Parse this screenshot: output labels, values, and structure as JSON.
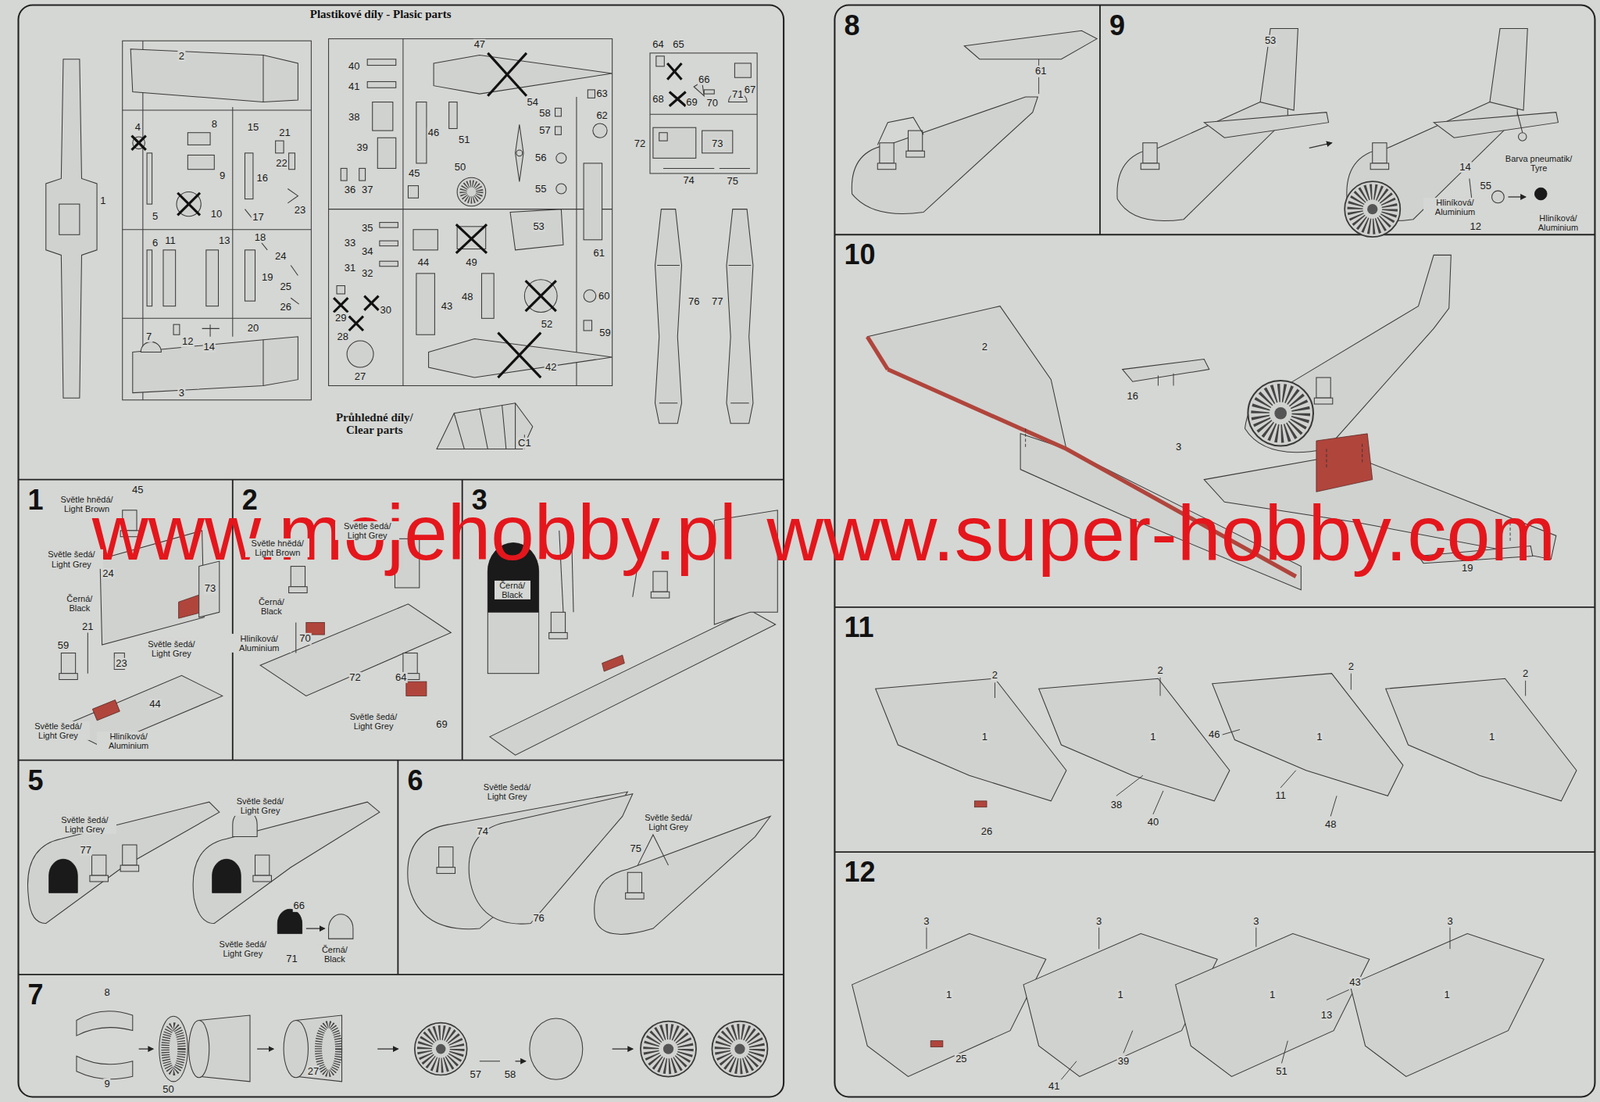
{
  "diagram": {
    "title": "Plastikové díly - Plasic parts",
    "nodes": [
      {
        "text": [
          "1"
        ]
      },
      {
        "text": [
          "2"
        ]
      },
      {
        "text": [
          "3"
        ]
      },
      {
        "text": [
          "5"
        ]
      },
      {
        "text": [
          "6"
        ]
      },
      {
        "text": [
          "7"
        ]
      },
      {
        "text": [
          "8"
        ]
      },
      {
        "text": [
          "9"
        ]
      },
      {
        "text": [
          "10"
        ]
      },
      {
        "text": [
          "11"
        ]
      },
      {
        "text": [
          "12"
        ]
      }
    ],
    "labels": [
      "2",
      "1",
      "3",
      "4",
      "8",
      "15",
      "21",
      "9",
      "22",
      "16",
      "5",
      "10",
      "17",
      "23",
      "6",
      "11",
      "13",
      "18",
      "24",
      "19",
      "25",
      "26",
      "7",
      "12",
      "14",
      "20",
      "40",
      "41",
      "38",
      "39",
      "46",
      "36",
      "37",
      "45",
      "51",
      "50",
      "47",
      "54",
      "58",
      "57",
      "56",
      "55",
      "63",
      "62",
      "35",
      "33",
      "34",
      "31",
      "32",
      "29",
      "30",
      "28",
      "27",
      "44",
      "43",
      "49",
      "48",
      "53",
      "61",
      "52",
      "60",
      "59",
      "42",
      "64",
      "65",
      "67",
      "66",
      "68",
      "69",
      "70",
      "71",
      "72",
      "73",
      "74",
      "75",
      "76",
      "77",
      "Průhledné díly/ Clear parts",
      "C1",
      "45",
      "Světle hnědá/ Light Brown",
      "Světle šedá/ Light Grey",
      "24",
      "Černá/ Black",
      "21",
      "59",
      "23",
      "73",
      "Světle šedá/ Light Grey",
      "Světle šedá/ Light Grey",
      "44",
      "Hliníková/ Aluminium",
      "Světle šedá/ Light Grey",
      "Světle hnědá/ Light Brown",
      "Černá/ Black",
      "Hliníková/ Aluminium",
      "70",
      "72",
      "64",
      "Světle šedá/ Light Grey",
      "69",
      "Černá/ Black",
      "Světle šedá/ Light Grey",
      "77",
      "Světle šedá/ Light Grey",
      "66",
      "Světle šedá/ Light Grey",
      "71",
      "Černá/ Black",
      "Světle šedá/ Light Grey",
      "74",
      "76",
      "Světle šedá/ Light Grey",
      "75",
      "8",
      "9",
      "50",
      "27",
      "57",
      "58",
      "61",
      "53",
      "14",
      "55",
      "Hliníková/ Aluminium",
      "12",
      "Barva pneumatik/ Tyre",
      "Hliníková/ Aluminium",
      "2",
      "16",
      "3",
      "19",
      "2",
      "1",
      "26",
      "2",
      "1",
      "38",
      "40",
      "2",
      "46",
      "1",
      "11",
      "48",
      "2",
      "1",
      "3",
      "1",
      "25",
      "3",
      "1",
      "39",
      "41",
      "3",
      "1",
      "43",
      "13",
      "51",
      "3",
      "1",
      "www.mojehobby.pl",
      "www.super-hobby.com"
    ]
  }
}
